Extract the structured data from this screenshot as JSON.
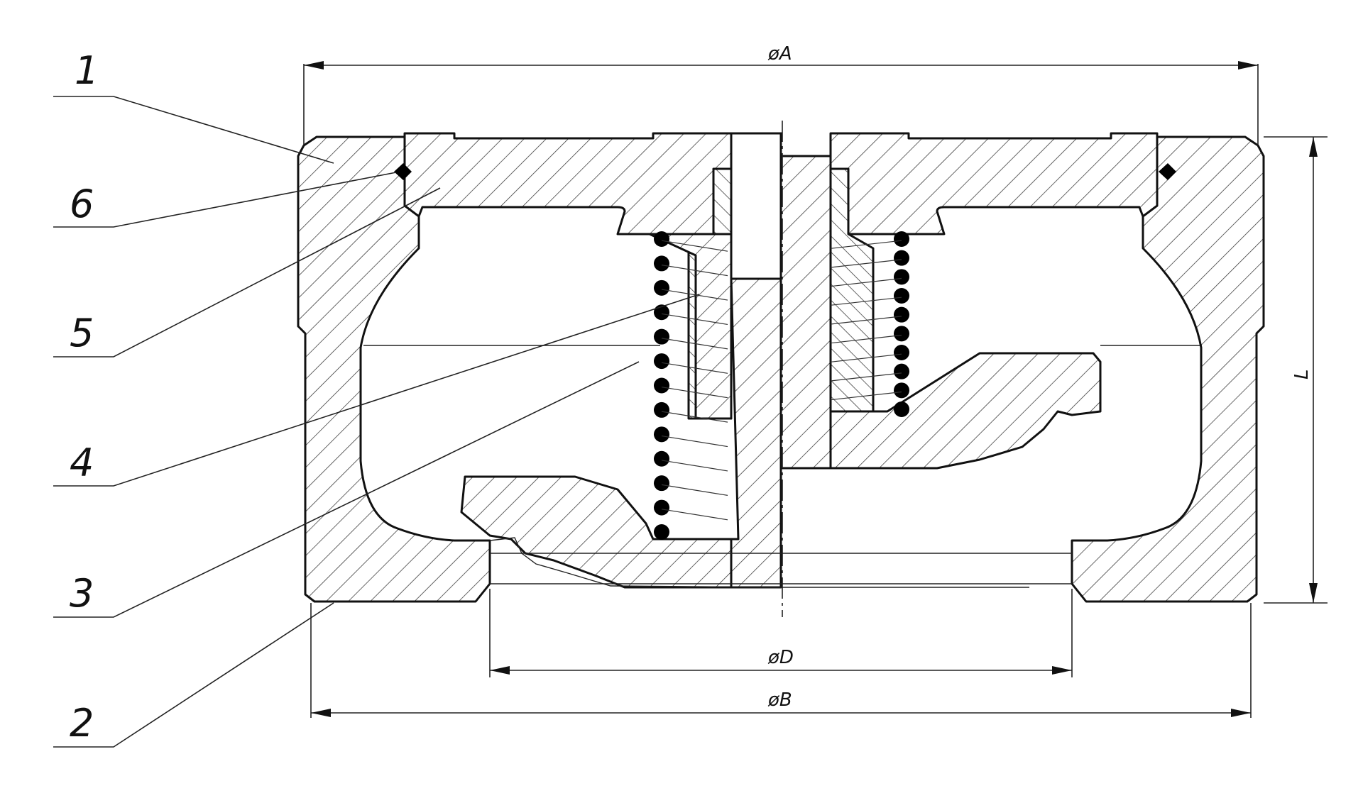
{
  "callouts": [
    {
      "id": "1",
      "label": "1"
    },
    {
      "id": "6",
      "label": "6"
    },
    {
      "id": "5",
      "label": "5"
    },
    {
      "id": "4",
      "label": "4"
    },
    {
      "id": "3",
      "label": "3"
    },
    {
      "id": "2",
      "label": "2"
    }
  ],
  "dimensions": {
    "outer_top": "øA",
    "inner_bottom": "øD",
    "outer_bottom": "øB",
    "length": "L"
  },
  "colors": {
    "line": "#111111",
    "background": "#ffffff",
    "spring_coil": "#000000"
  }
}
